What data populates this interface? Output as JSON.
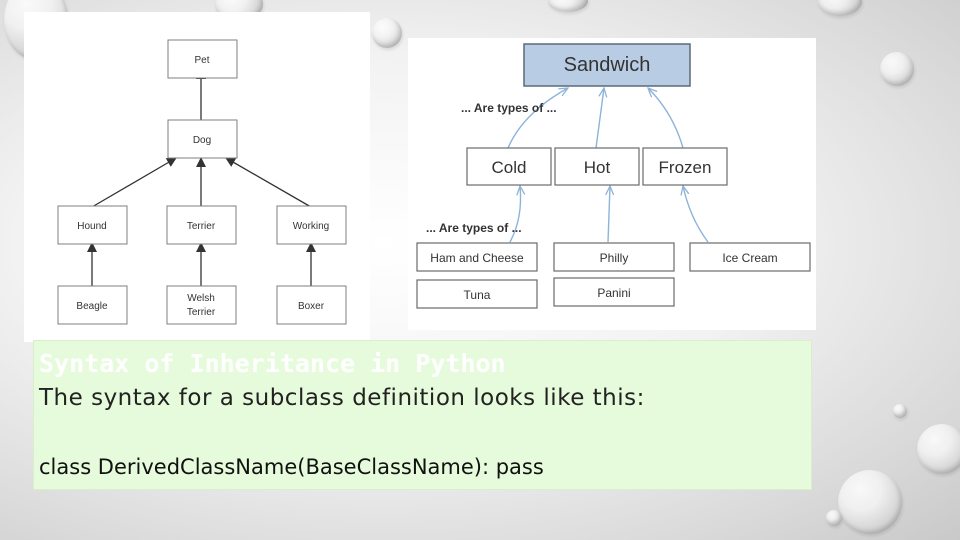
{
  "left_diagram": {
    "nodes": {
      "pet": "Pet",
      "dog": "Dog",
      "hound": "Hound",
      "terrier": "Terrier",
      "working": "Working",
      "beagle": "Beagle",
      "welsh_terrier_line1": "Welsh",
      "welsh_terrier_line2": "Terrier",
      "boxer": "Boxer"
    }
  },
  "right_diagram": {
    "root": "Sandwich",
    "label_level1": "... Are types of ...",
    "level1": {
      "cold": "Cold",
      "hot": "Hot",
      "frozen": "Frozen"
    },
    "label_level2": "... Are types of ...",
    "level2": {
      "ham_and_cheese": "Ham and Cheese",
      "tuna": "Tuna",
      "philly": "Philly",
      "panini": "Panini",
      "ice_cream": "Ice Cream"
    }
  },
  "text_box": {
    "heading": "Syntax of Inheritance in Python",
    "body": "The syntax for a subclass definition looks like this:",
    "code": "class DerivedClassName(BaseClassName): pass"
  },
  "colors": {
    "root_fill": "#b8cce4",
    "text_box_bg": "#e6fbdc",
    "arrow_blue": "#8db3d9"
  }
}
